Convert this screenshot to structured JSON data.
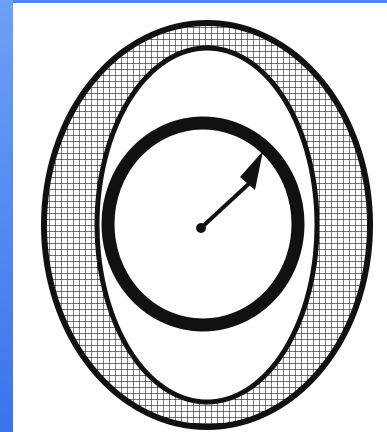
{
  "figure": {
    "colors": {
      "ink": "#111111",
      "paper": "#ffffff",
      "side_strip_top": "#6da0f6",
      "side_strip_bottom": "#3b74ec",
      "top_strip": "#4f86f3"
    },
    "parts": [
      "outer-ring",
      "hatched-band",
      "inner-circle",
      "radius-arrow",
      "center-dot"
    ]
  }
}
